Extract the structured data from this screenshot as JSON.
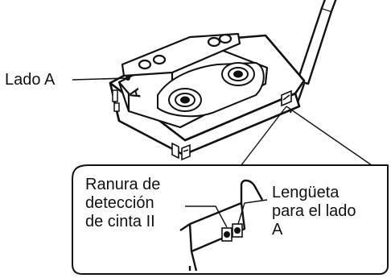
{
  "callouts": {
    "side_a": "Lado A",
    "detection_slot": "Ranura de\ndetección\nde cinta II",
    "side_a_tab": "Lengüeta\npara el lado\nA"
  },
  "cassette_marks": {
    "side_letter": "A"
  }
}
